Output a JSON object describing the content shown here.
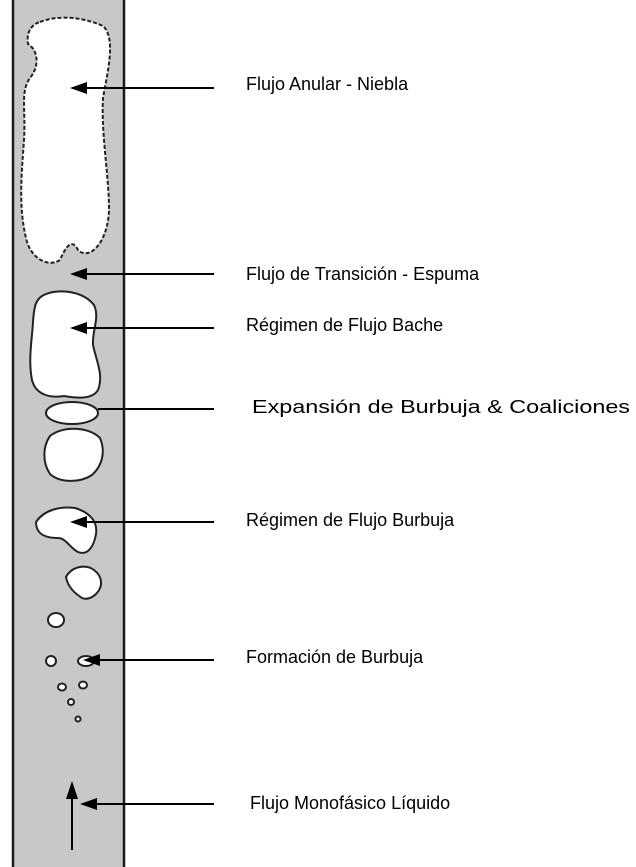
{
  "labels": {
    "annular_mist": "Flujo Anular - Niebla",
    "transition_foam": "Flujo de Transición - Espuma",
    "slug_regime": "Régimen de Flujo Bache",
    "bubble_expansion": "Expansión de Burbuja & Coaliciones",
    "bubble_regime": "Régimen de Flujo Burbuja",
    "bubble_formation": "Formación de Burbuja",
    "single_phase_liquid": "Flujo Monofásico Líquido"
  },
  "colors": {
    "pipe_fill": "#c8c8c8",
    "pipe_wall": "#1a1a1a",
    "bubble_fill": "#ffffff",
    "arrow": "#000000"
  }
}
